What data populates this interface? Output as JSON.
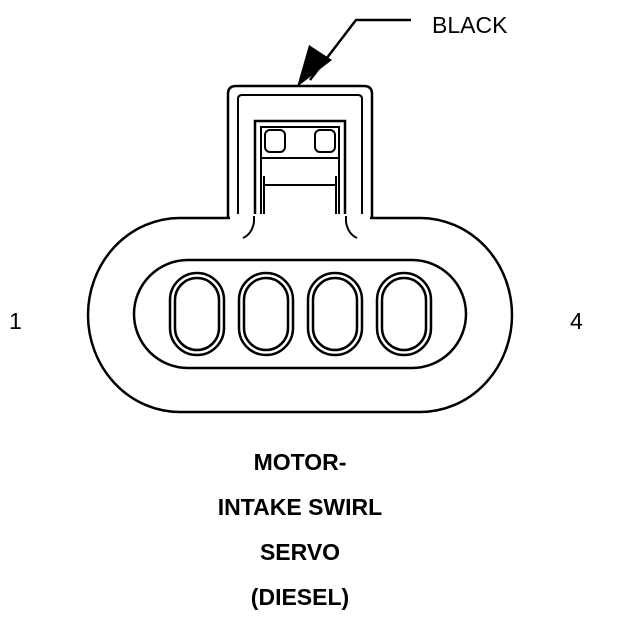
{
  "connector": {
    "callout_label": "BLACK",
    "pin_first_label": "1",
    "pin_last_label": "4",
    "cavity_count": 4,
    "title_lines": [
      "MOTOR-",
      "INTAKE SWIRL",
      "SERVO",
      "(DIESEL)"
    ]
  },
  "colors": {
    "line": "#000000",
    "background": "#ffffff"
  }
}
